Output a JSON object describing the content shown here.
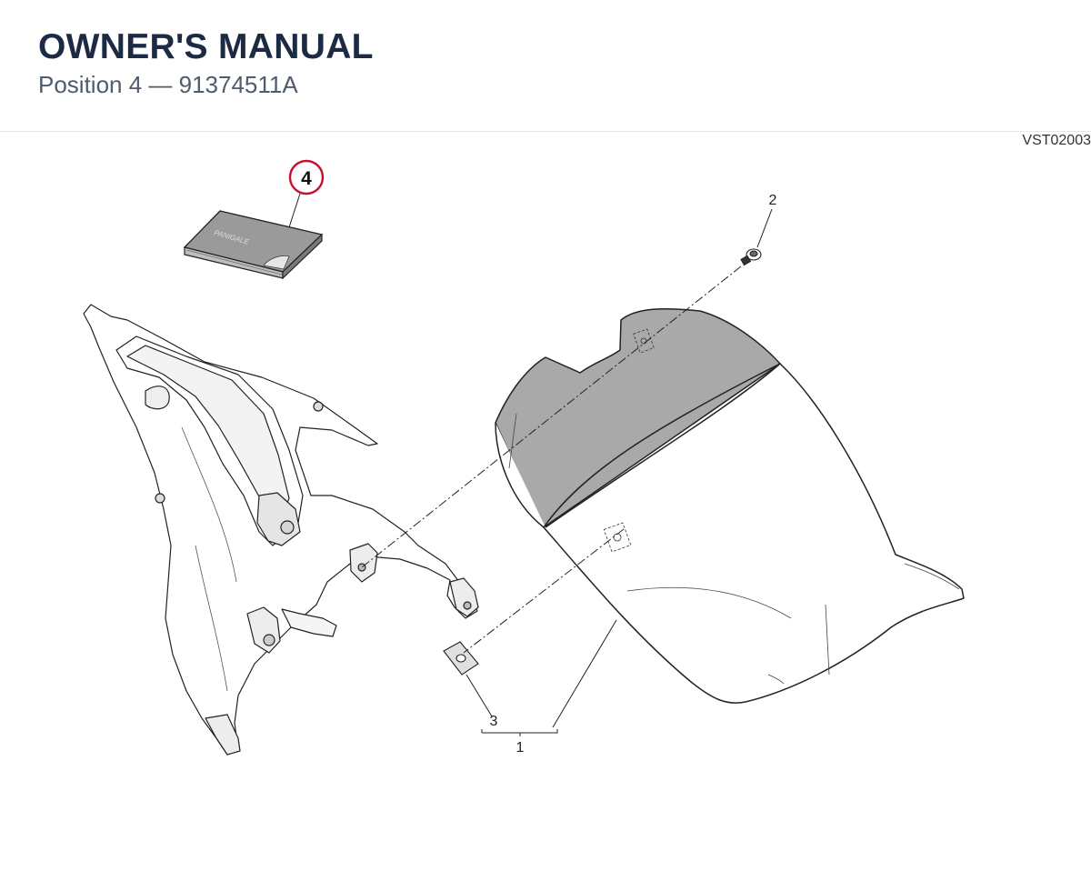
{
  "header": {
    "title": "OWNER'S MANUAL",
    "subtitle": "Position 4 — 91374511A"
  },
  "drawing_code": "VST02003",
  "callouts": {
    "c1": "1",
    "c2": "2",
    "c3": "3",
    "c4": "4"
  },
  "manual_cover_text": "PANIGALE",
  "colors": {
    "highlight_circle": "#c8102e",
    "seat_dark": "#a9a9a9",
    "manual_cover": "#8f8f8f",
    "title": "#1c2a44"
  },
  "icons": [
    "highlight-circle-icon",
    "screw-icon",
    "clip-nut-icon"
  ]
}
